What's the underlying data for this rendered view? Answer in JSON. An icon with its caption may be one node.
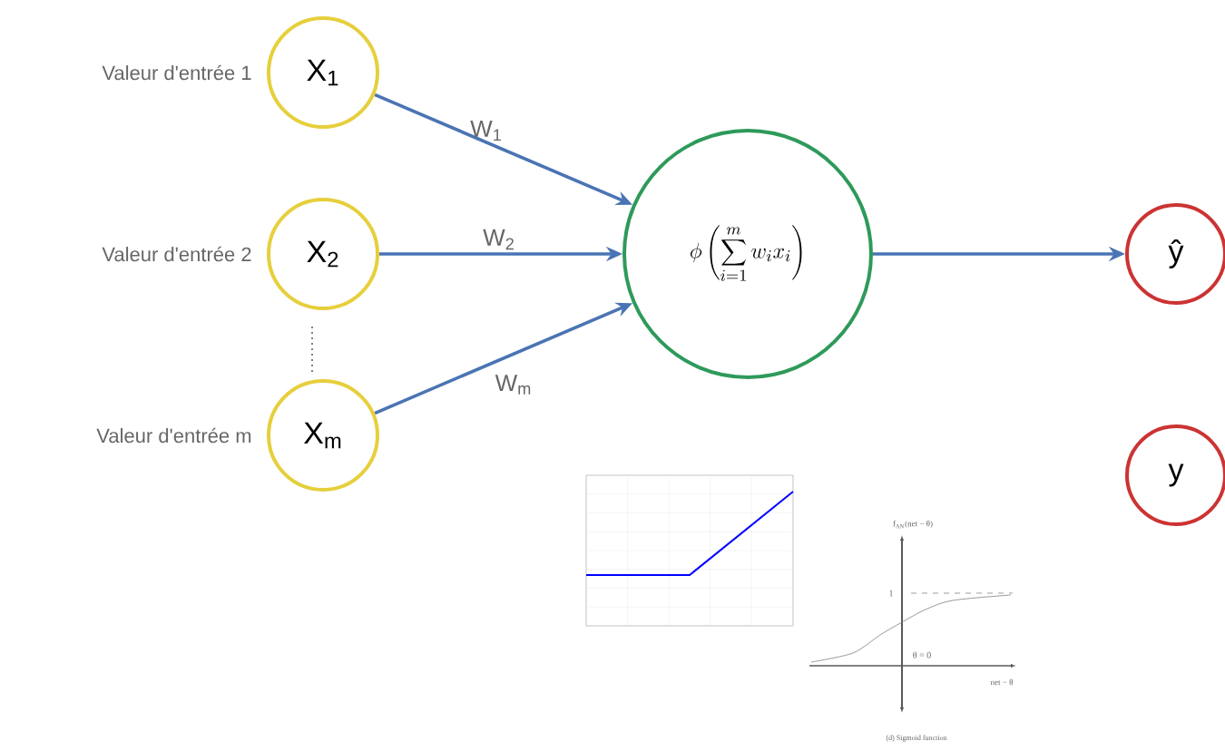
{
  "diagram": {
    "nodes": [
      {
        "text": [
          "X$_{1}$"
        ],
        "beside": [
          "Valeur d'entrée 1"
        ]
      },
      {
        "text": [
          "X$_{2}$"
        ],
        "beside": [
          "Valeur d'entrée 2"
        ]
      },
      {
        "text": [
          "X$_{m}$"
        ],
        "beside": [
          "Valeur d'entrée m"
        ]
      },
      {
        "text": [
          "\\phi\\left(\\sum_{i=1}^{m} w_i x_i\\right)"
        ]
      },
      {
        "text": [
          "ŷ"
        ]
      },
      {
        "text": [
          "y"
        ]
      }
    ],
    "edges": [
      {
        "from": 0,
        "to": 3,
        "arrow": "to",
        "label": "W$_{1}$"
      },
      {
        "from": 1,
        "to": 3,
        "arrow": "to",
        "label": "W$_{2}$"
      },
      {
        "from": 2,
        "to": 3,
        "arrow": "to",
        "label": "W$_{m}$"
      },
      {
        "from": 3,
        "to": 4,
        "arrow": "to"
      }
    ],
    "labels": [
      "f$_{AN}$(net − θ)",
      "1",
      "θ = 0",
      "net − θ",
      "(d) Sigmoid function"
    ]
  }
}
